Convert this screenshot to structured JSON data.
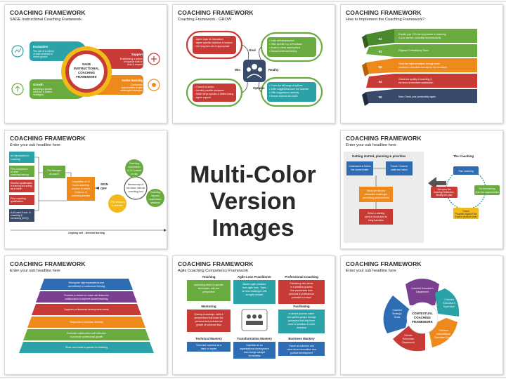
{
  "center_text": {
    "line1": "Multi-Color",
    "line2": "Version Images"
  },
  "colors": {
    "teal": "#2aa2a8",
    "green": "#6aab3f",
    "red": "#c73a35",
    "orange": "#ee8a1c",
    "blue": "#2e6db4",
    "navy": "#3a4a6b",
    "purple": "#7a3f8f",
    "yellow": "#f2b91b"
  },
  "slides": {
    "s1": {
      "title": "COACHING FRAMEWORK",
      "subtitle": "SAGE Instructional Coaching Framework",
      "center": [
        "SAGE",
        "INSTRUCTIONAL",
        "COACHING",
        "FRAMEWORK"
      ],
      "items": [
        {
          "label": "Evaluation",
          "text": [
            "The use of a variety",
            "of data obtained to",
            "inform growth"
          ]
        },
        {
          "label": "Growth",
          "text": [
            "Adopting a growth",
            "mind-set & scaled",
            "strategies"
          ]
        },
        {
          "label": "Support",
          "text": [
            "Establishing a culture",
            "of support built on",
            "trust & respect"
          ]
        },
        {
          "label": "Active learning",
          "text": [
            "Continuous",
            "opportunities to give",
            "meaningful strategies"
          ]
        }
      ]
    },
    "s2": {
      "title": "COACHING FRAMEWORK",
      "subtitle": "Coaching Framework - GROW",
      "labels": [
        "Goal",
        "Win",
        "Reality",
        "Options"
      ],
      "boxes": [
        [
          "• Agree topic for discussion",
          "• Agree specific objective of session",
          "• Set long term aim if appropriate"
        ],
        [
          "• Invite self assessment",
          "• Offer specific e.g. of feedback",
          "• Avoid or check assumptions",
          "• Discard irrelevant history"
        ],
        [
          "• Commit to action",
          "• Identify possible obstacles",
          "• Make steps specific & define timing",
          "• Agree support"
        ],
        [
          "• Cover the full range of options",
          "• Invite suggestions from the coachee",
          "• Offer suggestions carefully",
          "• Ensure choices are made"
        ]
      ]
    },
    "s3": {
      "title": "COACHING FRAMEWORK",
      "subtitle": "How to Implement the Coaching Framework?",
      "steps": [
        {
          "num": "01",
          "text": [
            "Explain your VPs the importance of coaching",
            "& your current, probably low productivity"
          ]
        },
        {
          "num": "02",
          "text": [
            "Organize Consultancy Team"
          ]
        },
        {
          "num": "03",
          "text": [
            "Track the implementation through team",
            "members/ checklists and ask for the feedback"
          ]
        },
        {
          "num": "04",
          "text": [
            "Check the quality of coaching &",
            "the level of members satisfaction"
          ]
        },
        {
          "num": "05",
          "text": [
            "Now, Check your productivity again"
          ]
        }
      ]
    },
    "s4": {
      "title": "COACHING FRAMEWORK",
      "subtitle": "Enter your sub headline here",
      "left": [
        [
          "An introduction to",
          "coaching"
        ],
        [
          "Prior completion",
          "of other",
          "coaching training"
        ],
        [
          "Receive qualification",
          "in training but acting",
          "as a coach"
        ],
        [
          "Prior coaching",
          "qualification"
        ],
        [
          "ILM Level 5 cert. in",
          "coaching &",
          "mentoring (NVQ)"
        ]
      ],
      "manager": [
        "The Manager",
        "as coach"
      ],
      "middle": [
        "Completion of 12",
        "hours coaching",
        "practice or recent",
        "evidence of",
        "coaching practice"
      ],
      "signoff": [
        "SIGN",
        "OFF"
      ],
      "circle_center": [
        "Membership of",
        "the Aston internal",
        "coaching pool"
      ],
      "circles": [
        [
          "Coaching",
          "supervision",
          "& 'in Conside",
          "on day"
        ],
        [
          "Coaching",
          "log and",
          "supervision",
          "sessions"
        ],
        [
          "CPD sessions",
          "& activities"
        ]
      ],
      "footer": "Ongoing self – directed learning"
    },
    "s5": {
      "title": "COACHING FRAMEWORK",
      "subtitle": "Enter your sub headline here",
      "left_title": "Getting started, planning & priorities",
      "right_title": "The Coaching",
      "boxes": [
        [
          "Understand & Define",
          "the current state"
        ],
        [
          "Future / Desired",
          "state and vision"
        ],
        [
          "What are the key",
          "obstacles/ challenges",
          "preventing achievements"
        ],
        [
          "Select a starting",
          "point or focus area to",
          "bring transition"
        ]
      ],
      "cycle": [
        "Plan coaching",
        [
          "On the learning",
          "from the opportunities"
        ],
        [
          "Check",
          "Progress against the",
          "Ensure desired state"
        ],
        [
          "Act upon the",
          "learning Reflection,",
          "Modify the plan"
        ]
      ]
    },
    "s6": {
      "title": "COACHING FRAMEWORK",
      "subtitle": "Enter your sub headline here",
      "tiers": [
        "Recognize high expectations and",
        "commitment to continuous learning",
        "Provides a means for coach and instructor",
        "collaboration to improve student learning",
        "Supports professional development needs",
        "Responds to instructor diversity",
        "Promotes collaboration with reflection",
        "to promote professional growth",
        "Share and model a passion for teaching"
      ]
    },
    "s7": {
      "title": "COACHING FRAMEWORK",
      "subtitle": "Agile Coaching Competency Framework",
      "cells": [
        {
          "head": "Teaching",
          "text": [
            "Instructing others in specific",
            "techniques, skill and",
            "perspective"
          ]
        },
        {
          "head": "Agile-Lean Practitioner",
          "text": [
            "Master agile practices",
            "from agile team. Takes",
            "on new challenges with",
            "an agile mindset"
          ]
        },
        {
          "head": "Professional Coaching",
          "text": [
            "Partnering with clients",
            "in a creative process",
            "that accelerates their",
            "personal & professional",
            "potential in a team"
          ]
        },
        {
          "head": "Mentoring",
          "text": [
            "Sharing knowledge, skills &",
            "perspectives that foster the",
            "personal and professional",
            "growth of someone else"
          ]
        },
        {
          "head": "Facilitating",
          "text": [
            "A neutral process holder",
            "who guides groups through",
            "processes that help them",
            "come to solutions & make",
            "decisions"
          ]
        },
        {
          "head": "Technical Mastery",
          "text": [
            "Technical expertise as a",
            "hand on expert"
          ]
        },
        {
          "head": "Transformation Mastery",
          "text": [
            "Expertise as an",
            "organizational development",
            "and change catalyst",
            "formulating"
          ]
        },
        {
          "head": "Business Mastery",
          "text": [
            "Expert at customer and",
            "value driven innovation and",
            "product development"
          ]
        }
      ]
    },
    "s8": {
      "title": "COACHING FRAMEWORK",
      "subtitle": "Enter your sub headline here",
      "center": [
        "CONTEXTUAL",
        "COACHING",
        "FRAMEWORK"
      ],
      "petals": [
        [
          "Coached Executive's",
          "Department"
        ],
        [
          "Coached",
          "Executive's",
          "Supervisor"
        ],
        [
          "Partners",
          "Informational",
          "Executive Coach"
        ],
        [
          "Human",
          "Resources",
          "Department"
        ],
        [
          "Coached",
          "Strategic",
          "Goals"
        ]
      ]
    }
  }
}
